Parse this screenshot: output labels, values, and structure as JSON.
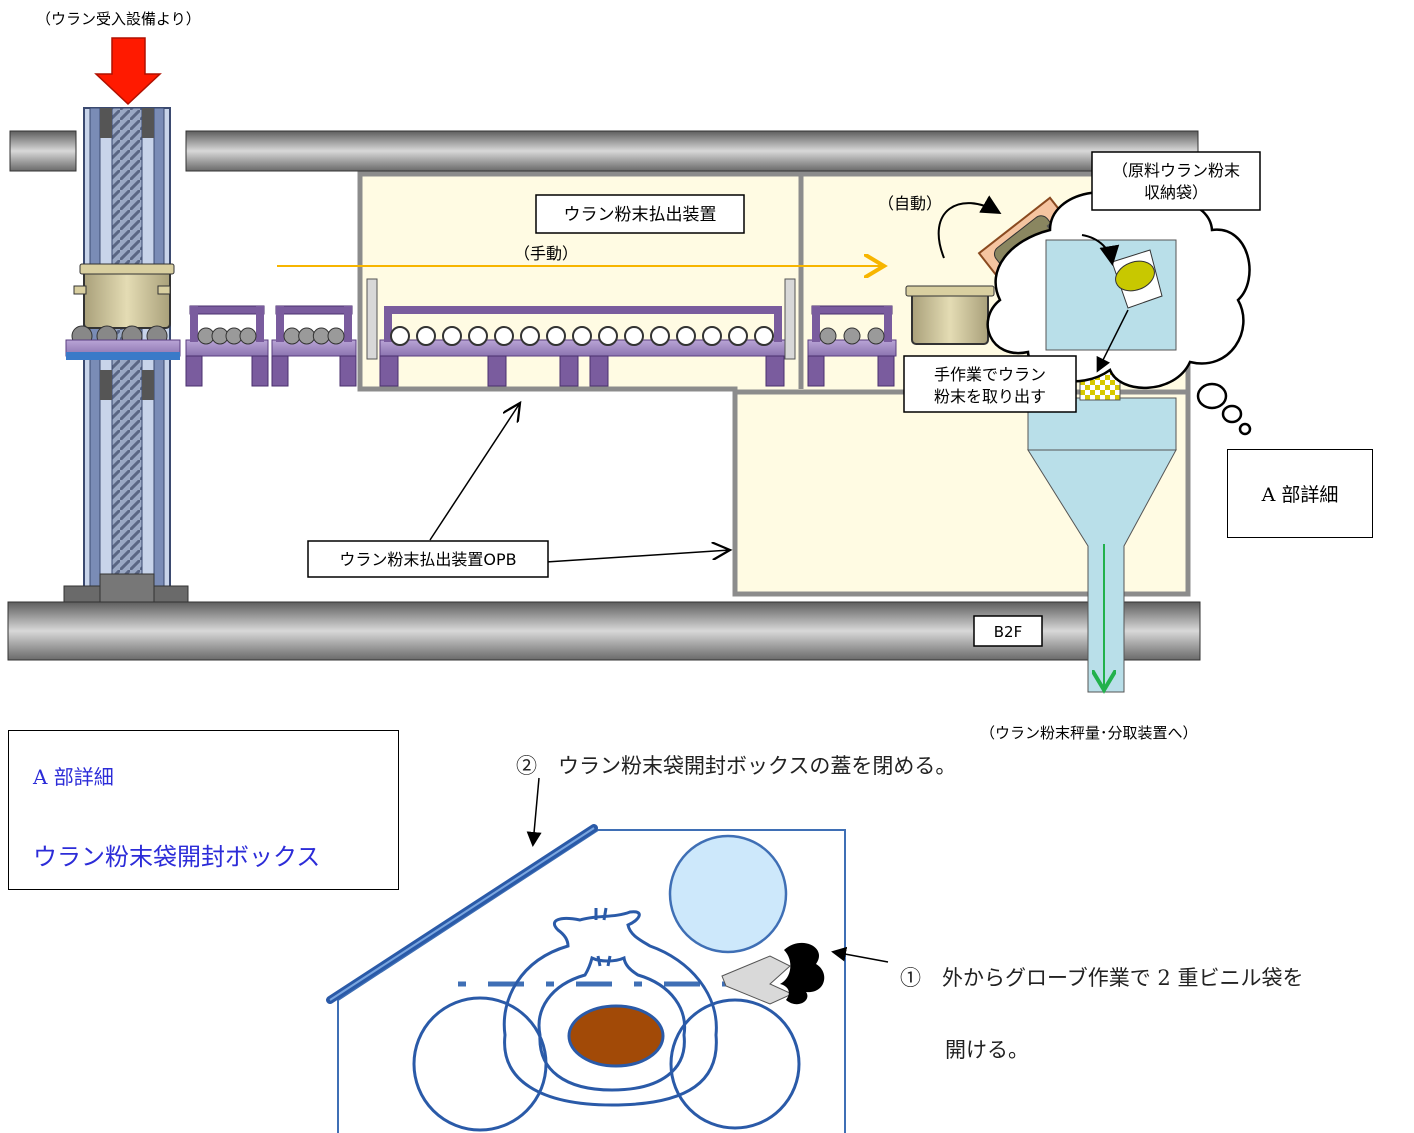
{
  "labels": {
    "from_receiving": "（ウラン受入設備より）",
    "dispenser": "ウラン粉末払出装置",
    "manual": "（手動）",
    "auto": "（自動）",
    "raw_bag": "（原料ウラン粉末\n収納袋）",
    "manual_takeout": "手作業でウラン\n粉末を取り出す",
    "opb": "ウラン粉末払出装置OPB",
    "floor": "B2F",
    "to_weighing": "（ウラン粉末秤量･分取装置へ）",
    "a_detail": "A 部詳細"
  },
  "detail_box": {
    "title": "A 部詳細",
    "subtitle": "ウラン粉末袋開封ボックス"
  },
  "steps": {
    "step2": "②　ウラン粉末袋開封ボックスの蓋を閉める。",
    "step1_line1": "①　外からグローブ作業で 2 重ビニル袋を",
    "step1_line2": "開ける。"
  },
  "colors": {
    "room_fill": "#fffbe3",
    "wall_gray": "#8c8c8c",
    "conveyor_purple": "#7a5c9e",
    "hopper_blue": "#b9dfe9",
    "arrow_red": "#ff1a00",
    "manual_arrow": "#f7b500",
    "outflow_green": "#22b14c",
    "box_outline": "#3f6fb5",
    "powder_brown": "#a24a07",
    "detail_text": "#2c2cd8"
  }
}
